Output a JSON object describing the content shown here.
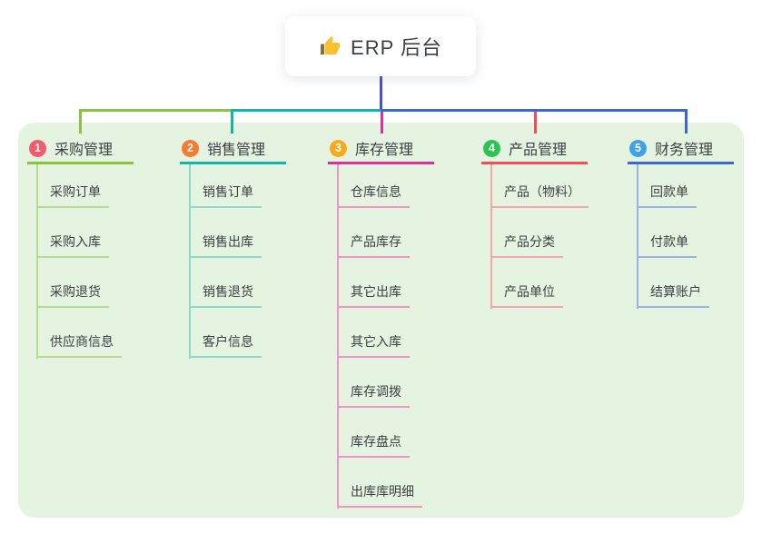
{
  "root": {
    "title": "ERP 后台",
    "icon": "thumbs-up-icon",
    "stem_color": "#4b52c8"
  },
  "panel_color": "#e5f4e0",
  "branches": [
    {
      "number": "1",
      "label": "采购管理",
      "badge_color": "#f4596c",
      "line_color": "#8ac43f",
      "child_line_color": "#b6db92",
      "children": [
        "采购订单",
        "采购入库",
        "采购退货",
        "供应商信息"
      ]
    },
    {
      "number": "2",
      "label": "销售管理",
      "badge_color": "#f57b2f",
      "line_color": "#14b5a6",
      "child_line_color": "#8ed8cc",
      "children": [
        "销售订单",
        "销售出库",
        "销售退货",
        "客户信息"
      ]
    },
    {
      "number": "3",
      "label": "库存管理",
      "badge_color": "#f9a91e",
      "line_color": "#d9309a",
      "child_line_color": "#ef95c7",
      "children": [
        "仓库信息",
        "产品库存",
        "其它出库",
        "其它入库",
        "库存调拨",
        "库存盘点",
        "出库库明细"
      ]
    },
    {
      "number": "4",
      "label": "产品管理",
      "badge_color": "#2dc353",
      "line_color": "#f34d56",
      "child_line_color": "#f8a4a9",
      "children": [
        "产品（物料）",
        "产品分类",
        "产品单位"
      ]
    },
    {
      "number": "5",
      "label": "财务管理",
      "badge_color": "#3ea2e9",
      "line_color": "#3a66d6",
      "child_line_color": "#99b3e8",
      "children": [
        "回款单",
        "付款单",
        "结算账户"
      ]
    }
  ]
}
